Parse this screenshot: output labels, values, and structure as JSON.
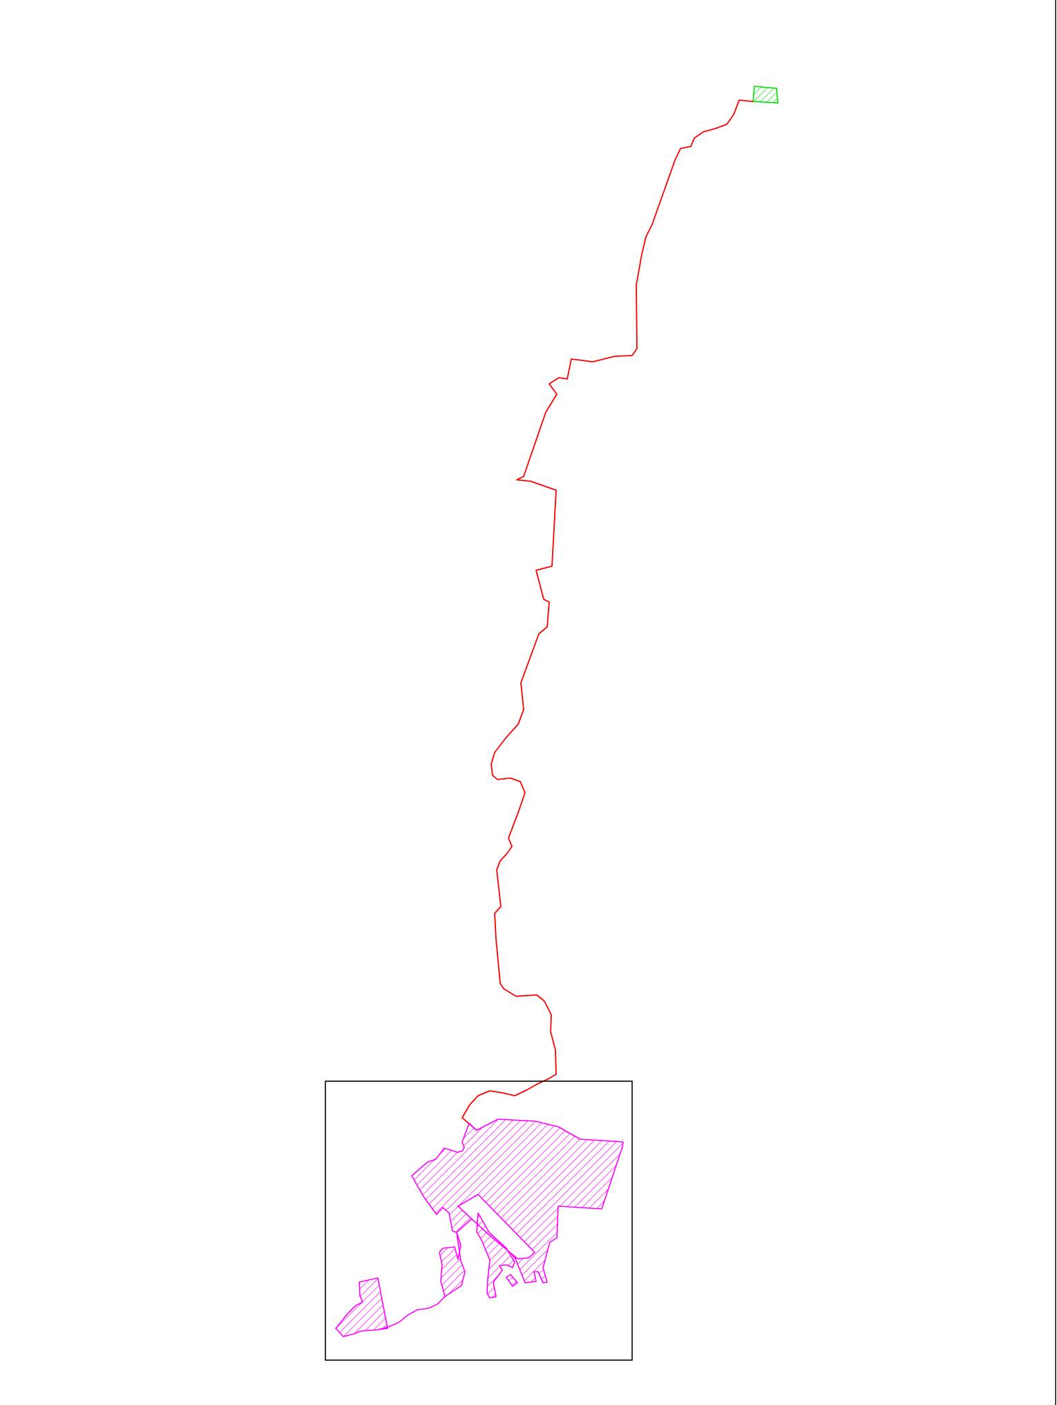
{
  "map": {
    "background_color": "#ffffff",
    "frame_color": "#000000",
    "route": {
      "color": "#ff0000",
      "points_count": 84
    },
    "start_parcel": {
      "color": "#00dd00",
      "fill_pattern": "hatch"
    },
    "destination_area": {
      "color": "#ff00ff",
      "fill_pattern": "hatch"
    },
    "inset_frame": {
      "color": "#000000"
    }
  }
}
